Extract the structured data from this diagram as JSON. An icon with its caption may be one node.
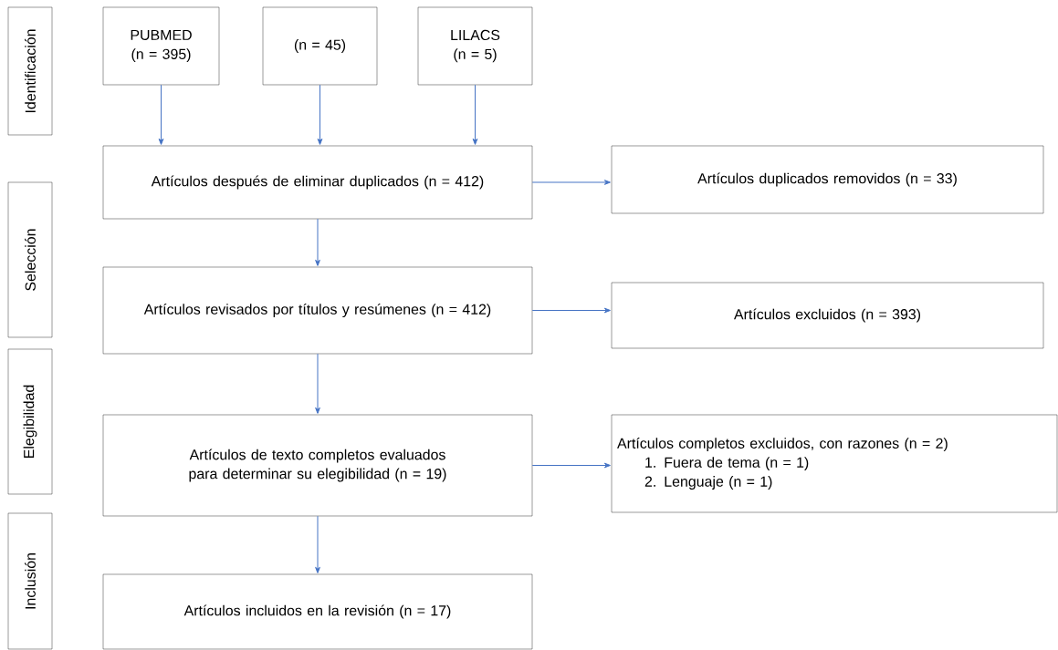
{
  "diagram": {
    "nodes": [
      {
        "text": [
          "Identificación"
        ]
      },
      {
        "text": [
          "Selección"
        ]
      },
      {
        "text": [
          "Elegibilidad"
        ]
      },
      {
        "text": [
          "Inclusión"
        ]
      },
      {
        "text": [
          "PUBMED (n = 395)"
        ]
      },
      {
        "text": [
          "(n = 45)"
        ]
      },
      {
        "text": [
          "LILACS (n = 5)"
        ]
      },
      {
        "text": [
          "Artículos después de eliminar duplicados (n = 412)"
        ]
      },
      {
        "text": [
          "Artículos duplicados removidos (n = 33)"
        ]
      },
      {
        "text": [
          "Artículos revisados por títulos y resúmenes (n = 412)"
        ]
      },
      {
        "text": [
          "Artículos excluidos (n = 393)"
        ]
      },
      {
        "text": [
          "Artículos de texto completos evaluados para determinar su elegibilidad (n = 19)"
        ]
      },
      {
        "text": [
          "Artículos completos excluidos, con razones (n = 2)",
          "1. Fuera de tema (n = 1)",
          "2. Lenguaje (n = 1)"
        ]
      },
      {
        "text": [
          "Artículos incluidos en la revisión (n = 17)"
        ]
      }
    ],
    "edges": [
      {
        "from": 4,
        "to": 7,
        "arrow": "to"
      },
      {
        "from": 5,
        "to": 7,
        "arrow": "to"
      },
      {
        "from": 6,
        "to": 7,
        "arrow": "to"
      },
      {
        "from": 7,
        "to": 8,
        "arrow": "to"
      },
      {
        "from": 7,
        "to": 9,
        "arrow": "to"
      },
      {
        "from": 9,
        "to": 10,
        "arrow": "to"
      },
      {
        "from": 9,
        "to": 11,
        "arrow": "to"
      },
      {
        "from": 11,
        "to": 12,
        "arrow": "to"
      },
      {
        "from": 11,
        "to": 13,
        "arrow": "to"
      }
    ]
  }
}
